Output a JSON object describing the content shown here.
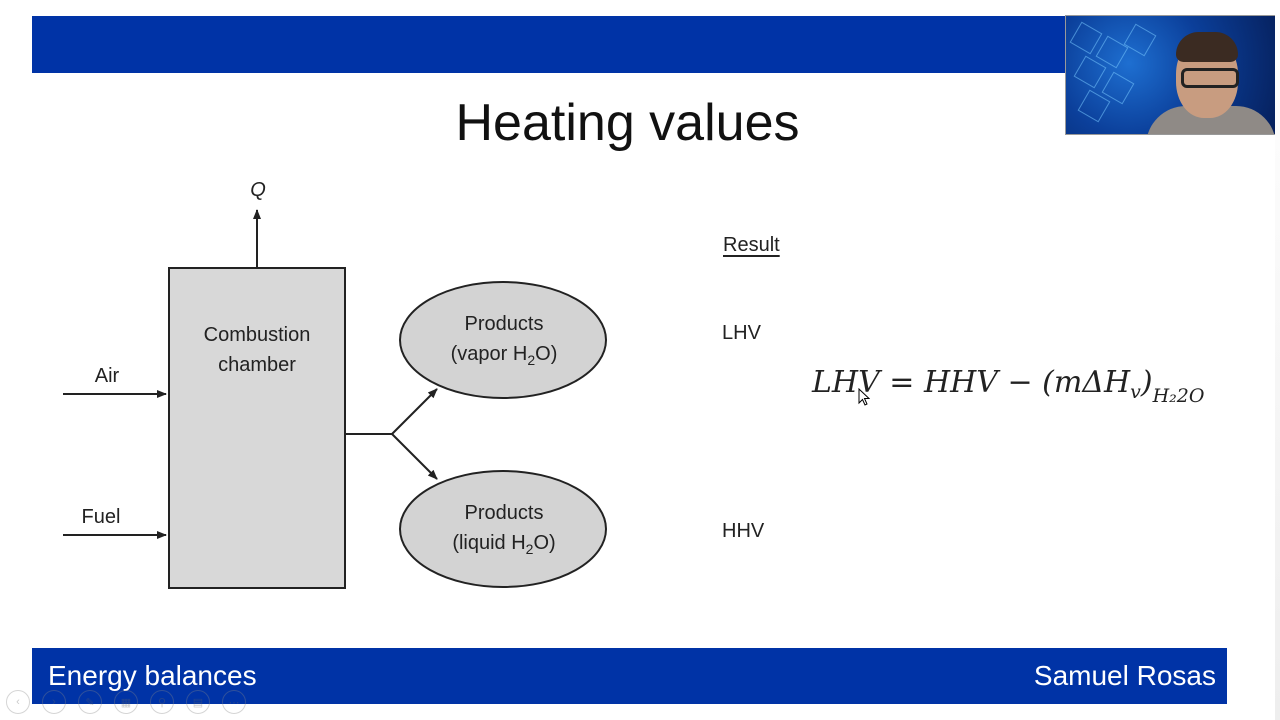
{
  "slide": {
    "title": "Heating values"
  },
  "diagram": {
    "heat_label": "Q",
    "chamber_line1": "Combustion",
    "chamber_line2": "chamber",
    "air_label": "Air",
    "fuel_label": "Fuel",
    "products_vapor_line1": "Products",
    "products_vapor_line2_prefix": "(vapor H",
    "products_vapor_line2_sub": "2",
    "products_vapor_line2_suffix": "O)",
    "products_liquid_line1": "Products",
    "products_liquid_line2_prefix": "(liquid H",
    "products_liquid_line2_sub": "2",
    "products_liquid_line2_suffix": "O)"
  },
  "result": {
    "header": "Result",
    "lhv": "LHV",
    "hhv": "HHV"
  },
  "equation": {
    "lhs": "LHV",
    "rhs_main": "= HHV − (mΔH",
    "rhs_v": "v",
    "rhs_close": ")",
    "rhs_sub": "H₂2O"
  },
  "footer": {
    "left": "Energy balances",
    "right": "Samuel Rosas"
  },
  "colors": {
    "bar": "#0033a6",
    "box_fill": "#d8d8d8",
    "ellipse_fill": "#d3d3d3"
  },
  "icons": [
    "webcam-feed",
    "pointer-cursor-icon",
    "toolbar-prev-icon",
    "toolbar-next-icon",
    "toolbar-pen-icon",
    "toolbar-slides-icon",
    "toolbar-zoom-icon",
    "toolbar-subtitle-icon",
    "toolbar-more-icon"
  ]
}
